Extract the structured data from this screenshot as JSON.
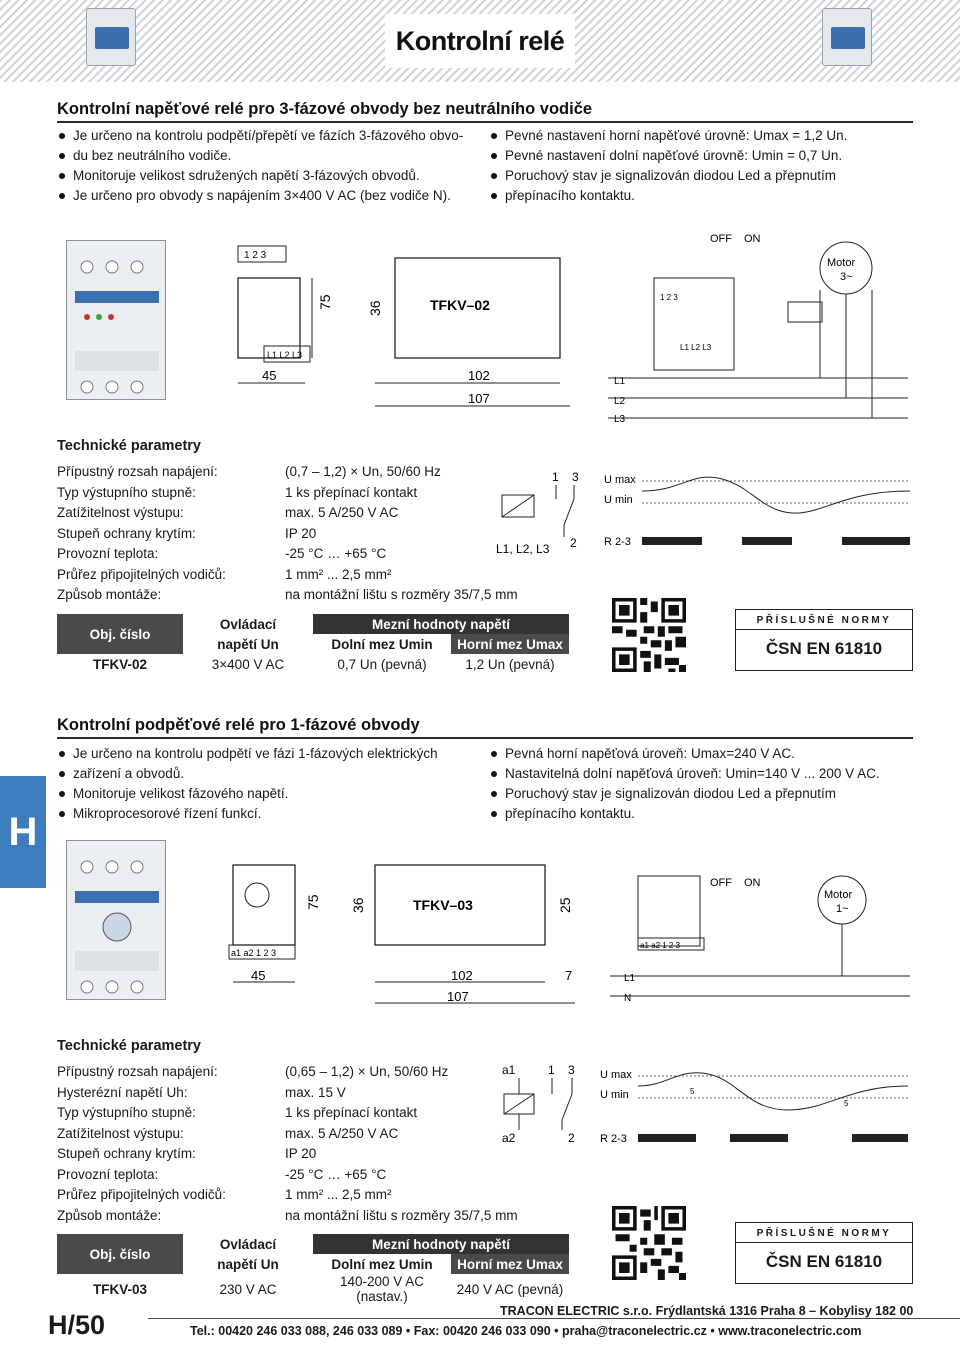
{
  "page": {
    "title": "Kontrolní relé",
    "page_number": "H/50",
    "side_tab": "H"
  },
  "section1": {
    "title": "Kontrolní napěťové relé pro 3-fázové obvody bez neutrálního vodiče",
    "bullets_left": [
      "Je určeno na kontrolu podpětí/přepětí ve fázích 3-fázového obvo-",
      "du bez neutrálního vodiče.",
      "Monitoruje velikost sdružených napětí 3-fázových obvodů.",
      "Je určeno pro obvody s napájením 3×400 V AC (bez vodiče N)."
    ],
    "bullets_right": [
      "Pevné nastavení horní napěťové úrovně: Umax = 1,2 Un.",
      "Pevné nastavení dolní napěťové úrovně: Umin = 0,7 Un.",
      "Poruchový stav je signalizován diodou Led a přepnutím",
      "přepínacího kontaktu."
    ],
    "dims": {
      "top_terms": "1 2 3",
      "bottom_terms": "L1 L2 L3",
      "d45": "45",
      "d102": "102",
      "d107": "107",
      "d75": "75",
      "d36": "36",
      "model": "TFKV–02"
    },
    "wiring": {
      "off": "OFF",
      "on": "ON",
      "motor": "Motor",
      "motor_type": "3~",
      "l1": "L1",
      "l2": "L2",
      "l3": "L3",
      "terms_top": "1  2  3",
      "terms_bot": "L1  L2  L3"
    },
    "params_title": "Technické parametry",
    "params": [
      {
        "label": "Přípustný rozsah napájení:",
        "value": "(0,7 – 1,2) × Un, 50/60 Hz"
      },
      {
        "label": "Typ výstupního stupně:",
        "value": "1 ks přepínací kontakt"
      },
      {
        "label": "Zatížitelnost výstupu:",
        "value": "max. 5 A/250 V AC"
      },
      {
        "label": "Stupeň ochrany krytím:",
        "value": "IP 20"
      },
      {
        "label": "Provozní teplota:",
        "value": "-25 °C … +65 °C"
      },
      {
        "label": "Průřez připojitelných vodičů:",
        "value": "1 mm² ... 2,5 mm²"
      },
      {
        "label": "Způsob montáže:",
        "value": "na montážní lištu s rozměry 35/7,5 mm"
      }
    ],
    "contact": {
      "c1": "1",
      "c3": "3",
      "c2": "2",
      "supply": "L1, L2, L3"
    },
    "timing": {
      "umax": "U max",
      "umin": "U min",
      "r": "R 2-3"
    },
    "table": {
      "h_obj": "Obj. číslo",
      "h_ctrl1": "Ovládací",
      "h_ctrl2": "napětí Un",
      "h_limits": "Mezní hodnoty napětí",
      "h_low": "Dolní mez Umin",
      "h_high": "Horní mez Umax",
      "code": "TFKV-02",
      "ctrl": "3×400 V AC",
      "low": "0,7 Un (pevná)",
      "high": "1,2 Un (pevná)"
    },
    "standard": {
      "head": "PŘÍSLUŠNÉ NORMY",
      "value": "ČSN EN 61810"
    }
  },
  "section2": {
    "title": "Kontrolní podpěťové relé pro 1-fázové obvody",
    "bullets_left": [
      "Je určeno na kontrolu podpětí ve fázi 1-fázových elektrických",
      "zařízení a obvodů.",
      "Monitoruje velikost fázového napětí.",
      "Mikroprocesorové řízení funkcí."
    ],
    "bullets_right": [
      "Pevná horní napěťová úroveň: Umax=240 V AC.",
      "Nastavitelná dolní napěťová úroveň: Umin=140 V ... 200 V AC.",
      "Poruchový stav je signalizován diodou Led a přepnutím",
      "přepínacího kontaktu."
    ],
    "dims": {
      "terms": "a1 a2  1  2  3",
      "d45": "45",
      "d102": "102",
      "d107": "107",
      "d75": "75",
      "d36": "36",
      "d25": "25",
      "d7": "7",
      "model": "TFKV–03"
    },
    "wiring": {
      "off": "OFF",
      "on": "ON",
      "motor": "Motor",
      "motor_type": "1~",
      "l1": "L1",
      "n": "N",
      "terms": "a1 a2  1  2  3"
    },
    "params_title": "Technické parametry",
    "params": [
      {
        "label": "Přípustný rozsah napájení:",
        "value": "(0,65 – 1,2) × Un, 50/60 Hz"
      },
      {
        "label": "Hysterézní napětí Uh:",
        "value": "max. 15 V"
      },
      {
        "label": "Typ výstupního stupně:",
        "value": "1 ks přepínací kontakt"
      },
      {
        "label": "Zatížitelnost výstupu:",
        "value": "max. 5 A/250 V AC"
      },
      {
        "label": "Stupeň ochrany krytím:",
        "value": "IP 20"
      },
      {
        "label": "Provozní teplota:",
        "value": "-25 °C … +65 °C"
      },
      {
        "label": "Průřez připojitelných vodičů:",
        "value": "1 mm² ... 2,5 mm²"
      },
      {
        "label": "Způsob montáže:",
        "value": "na montážní lištu s rozměry 35/7,5 mm"
      }
    ],
    "contact": {
      "a1": "a1",
      "a2": "a2",
      "c1": "1",
      "c3": "3",
      "c2": "2"
    },
    "timing": {
      "umax": "U max",
      "umin": "U min",
      "r": "R 2-3",
      "five": "5"
    },
    "table": {
      "h_obj": "Obj. číslo",
      "h_ctrl1": "Ovládací",
      "h_ctrl2": "napětí Un",
      "h_limits": "Mezní hodnoty napětí",
      "h_low": "Dolní mez Umin",
      "h_high": "Horní mez Umax",
      "code": "TFKV-03",
      "ctrl": "230 V AC",
      "low": "140-200 V AC (nastav.)",
      "high": "240 V AC (pevná)"
    },
    "standard": {
      "head": "PŘÍSLUŠNÉ NORMY",
      "value": "ČSN EN 61810"
    }
  },
  "footer": {
    "line1": "TRACON ELECTRIC s.r.o. Frýdlantská 1316 Praha 8 – Kobylisy 182 00",
    "line2": "Tel.: 00420 246 033 088, 246 033 089 • Fax: 00420 246 033 090 • praha@traconelectric.cz • www.traconelectric.com"
  },
  "colors": {
    "accent": "#3e7cc0",
    "dark_header": "#4a4a4a",
    "rule": "#2a2a2a"
  }
}
